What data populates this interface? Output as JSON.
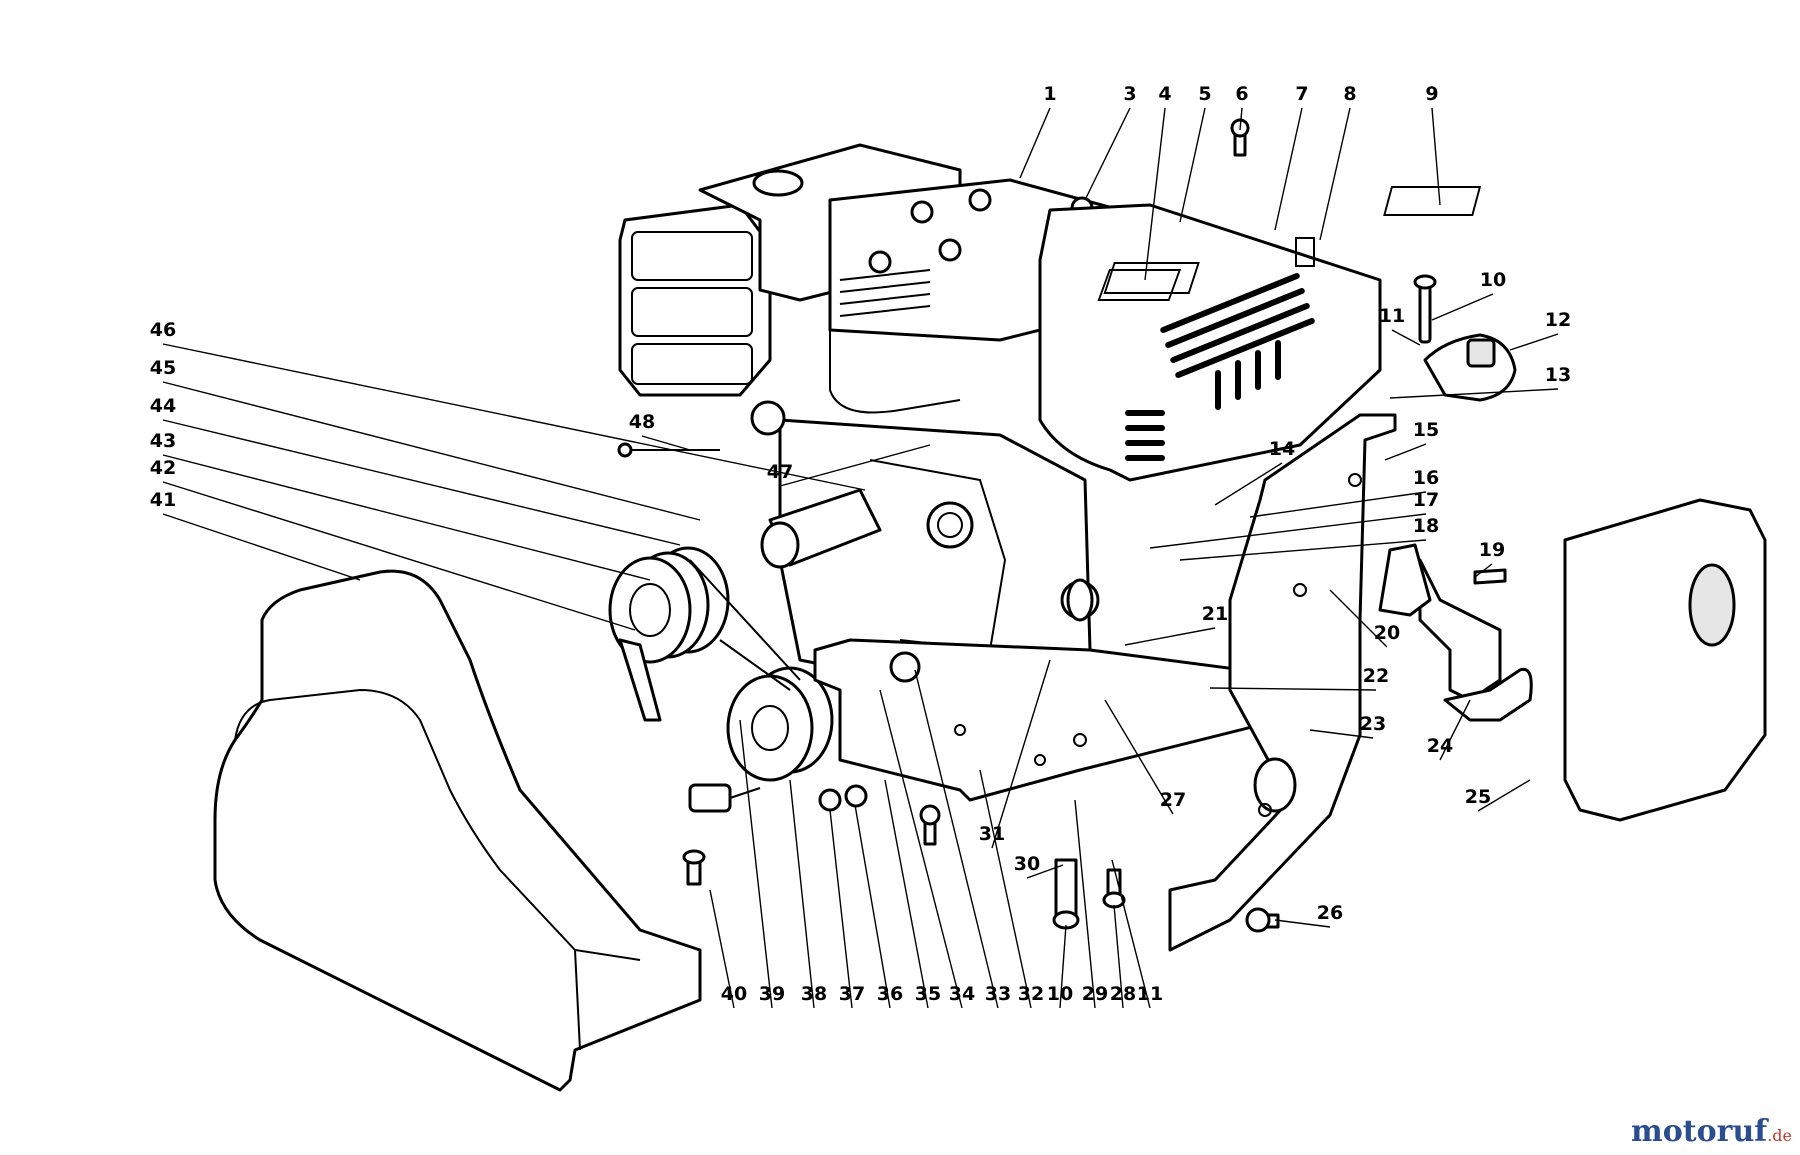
{
  "callouts": [
    {
      "id": "1",
      "label": "1"
    },
    {
      "id": "3",
      "label": "3"
    },
    {
      "id": "4",
      "label": "4"
    },
    {
      "id": "5",
      "label": "5"
    },
    {
      "id": "6",
      "label": "6"
    },
    {
      "id": "7",
      "label": "7"
    },
    {
      "id": "8",
      "label": "8"
    },
    {
      "id": "9",
      "label": "9"
    },
    {
      "id": "10a",
      "label": "10"
    },
    {
      "id": "11a",
      "label": "11"
    },
    {
      "id": "12",
      "label": "12"
    },
    {
      "id": "13",
      "label": "13"
    },
    {
      "id": "14",
      "label": "14"
    },
    {
      "id": "15",
      "label": "15"
    },
    {
      "id": "16",
      "label": "16"
    },
    {
      "id": "17",
      "label": "17"
    },
    {
      "id": "18",
      "label": "18"
    },
    {
      "id": "19",
      "label": "19"
    },
    {
      "id": "20",
      "label": "20"
    },
    {
      "id": "21",
      "label": "21"
    },
    {
      "id": "22",
      "label": "22"
    },
    {
      "id": "23",
      "label": "23"
    },
    {
      "id": "24",
      "label": "24"
    },
    {
      "id": "25",
      "label": "25"
    },
    {
      "id": "26",
      "label": "26"
    },
    {
      "id": "27",
      "label": "27"
    },
    {
      "id": "28",
      "label": "28"
    },
    {
      "id": "29",
      "label": "29"
    },
    {
      "id": "30",
      "label": "30"
    },
    {
      "id": "31",
      "label": "31"
    },
    {
      "id": "32",
      "label": "32"
    },
    {
      "id": "33",
      "label": "33"
    },
    {
      "id": "34",
      "label": "34"
    },
    {
      "id": "35",
      "label": "35"
    },
    {
      "id": "36",
      "label": "36"
    },
    {
      "id": "37",
      "label": "37"
    },
    {
      "id": "38",
      "label": "38"
    },
    {
      "id": "39",
      "label": "39"
    },
    {
      "id": "40",
      "label": "40"
    },
    {
      "id": "41",
      "label": "41"
    },
    {
      "id": "42",
      "label": "42"
    },
    {
      "id": "43",
      "label": "43"
    },
    {
      "id": "44",
      "label": "44"
    },
    {
      "id": "45",
      "label": "45"
    },
    {
      "id": "46",
      "label": "46"
    },
    {
      "id": "47",
      "label": "47"
    },
    {
      "id": "48",
      "label": "48"
    },
    {
      "id": "10b",
      "label": "10"
    },
    {
      "id": "11b",
      "label": "11"
    }
  ],
  "watermark": {
    "name": "motoruf",
    "tld": ".de"
  }
}
